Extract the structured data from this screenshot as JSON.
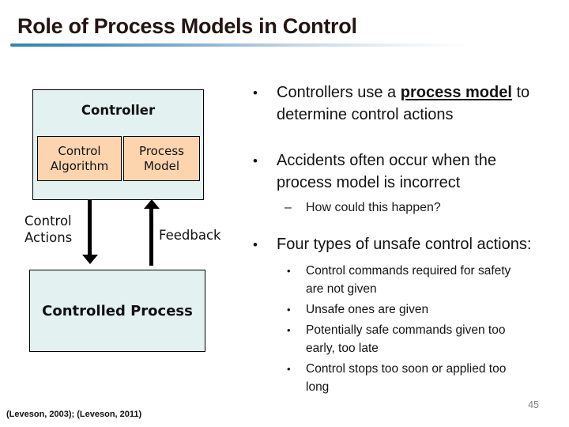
{
  "header": {
    "title": "Role of Process Models in Control"
  },
  "colors": {
    "accent_rule_blue": "#2b85b8",
    "box_fill_light_cyan": "#e3f1f0",
    "box_fill_peach": "#fcd5ae",
    "box_border": "#000000",
    "title_text": "#241414",
    "page_number_gray": "#7f7f7f"
  },
  "diagram": {
    "controller": "Controller",
    "control_algorithm": "Control\nAlgorithm",
    "process_model": "Process\nModel",
    "control_actions": "Control\nActions",
    "feedback": "Feedback",
    "controlled_process": "Controlled Process",
    "down_arrow_icon": "arrow-down",
    "up_arrow_icon": "arrow-up"
  },
  "bullets": {
    "marker": "•",
    "dash_marker": "–",
    "sub_marker": "•",
    "b1": {
      "pre": "Controllers use a ",
      "highlight": "process model",
      "post": " to\ndetermine control actions"
    },
    "b2": "Accidents often occur when the\nprocess model is incorrect",
    "dash": "How could this happen?",
    "b3": "Four types of unsafe control actions:",
    "subs": [
      "Control commands required for safety\nare not given",
      "Unsafe ones are given",
      "Potentially safe commands given too\nearly, too late",
      "Control stops too soon or applied too\nlong"
    ]
  },
  "footer": {
    "citation": "(Leveson, 2003); (Leveson, 2011)",
    "page_number": "45"
  }
}
